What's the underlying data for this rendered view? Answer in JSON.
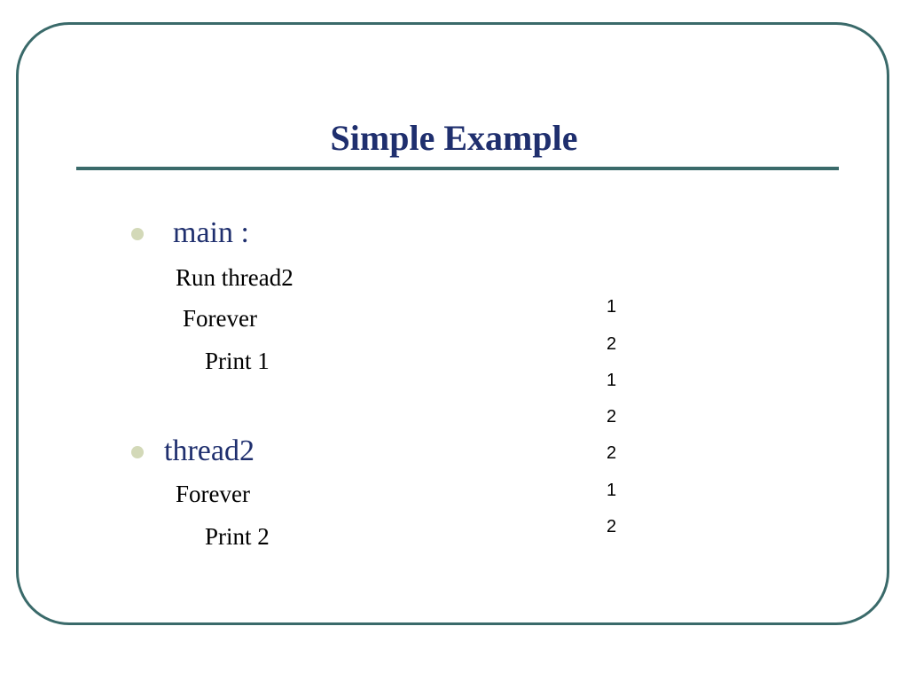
{
  "slide": {
    "title": "Simple Example",
    "colors": {
      "title": "#1f2f6e",
      "frame": "#3a6a6a",
      "bullet": "#d3d9b8"
    },
    "bullets": [
      {
        "label": "main :",
        "lines": [
          "Run thread2",
          "Forever",
          "Print 1"
        ]
      },
      {
        "label": "thread2",
        "lines": [
          "Forever",
          "Print 2"
        ]
      }
    ],
    "output": [
      "1",
      "2",
      "1",
      "2",
      "2",
      "1",
      "2"
    ]
  }
}
